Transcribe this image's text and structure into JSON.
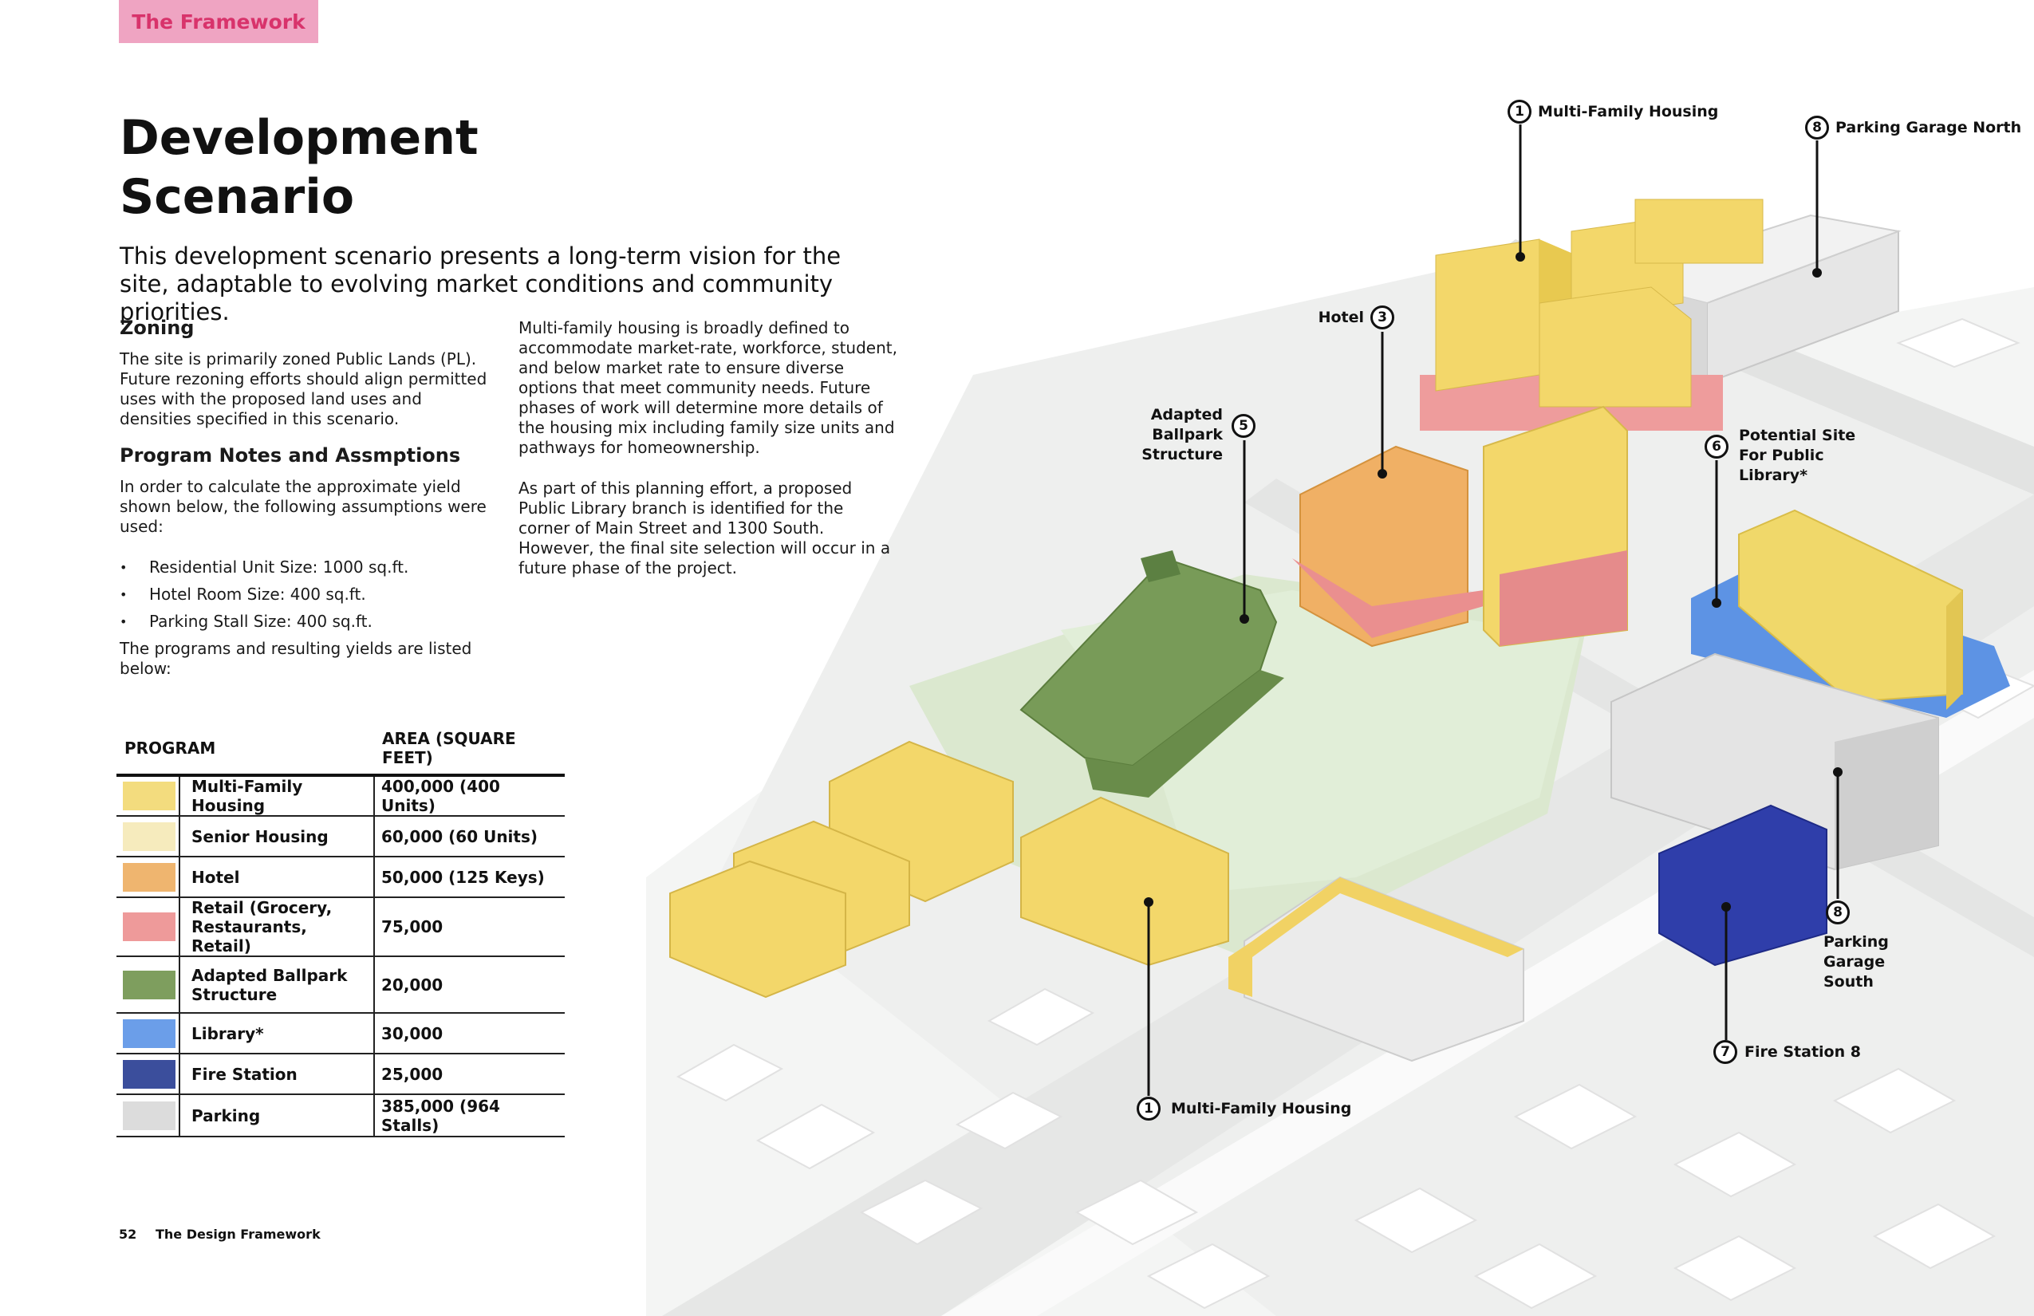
{
  "header": {
    "tab_label": "The Framework"
  },
  "title": "Development Scenario",
  "lead": "This development scenario presents a long-term vision for the site, adaptable to evolving market conditions and community priorities.",
  "zoning": {
    "heading": "Zoning",
    "body": "The site is primarily zoned Public Lands (PL). Future rezoning efforts should align permitted uses with the proposed land uses and densities specified in this scenario."
  },
  "program_notes": {
    "heading": "Program Notes and Assmptions",
    "intro": "In order to calculate the approximate yield shown below, the following assumptions were used:",
    "bullets": [
      "Residential Unit Size: 1000 sq.ft.",
      "Hotel Room Size: 400 sq.ft.",
      "Parking Stall Size: 400 sq.ft."
    ],
    "outro": "The programs and resulting yields are listed below:"
  },
  "right_col": {
    "p1": "Multi-family housing is broadly defined to accommodate market-rate, workforce, student, and below market rate to ensure diverse options that meet community needs. Future phases of work will determine more details of the housing mix including family size units and pathways for homeownership.",
    "p2": "As part of this planning effort, a proposed Public Library branch is identified for the corner of Main Street and 1300 South. However, the final site selection will occur in a future phase of the project."
  },
  "table": {
    "headers": [
      "PROGRAM",
      "AREA (SQUARE FEET)"
    ],
    "rows": [
      {
        "program": "Multi-Family Housing",
        "area": "400,000 (400 Units)",
        "color": "#f3dc7e"
      },
      {
        "program": "Senior Housing",
        "area": "60,000 (60 Units)",
        "color": "#f6ebbd"
      },
      {
        "program": "Hotel",
        "area": "50,000 (125 Keys)",
        "color": "#efb56f"
      },
      {
        "program": "Retail (Grocery, Restaurants, Retail)",
        "area": "75,000",
        "color": "#ee9a9a"
      },
      {
        "program": "Adapted Ballpark Structure",
        "area": "20,000",
        "color": "#7e9e5e"
      },
      {
        "program": "Library*",
        "area": "30,000",
        "color": "#6b9ee9"
      },
      {
        "program": "Fire Station",
        "area": "25,000",
        "color": "#3b4e9c"
      },
      {
        "program": "Parking",
        "area": "385,000 (964 Stalls)",
        "color": "#dcdcdc"
      }
    ]
  },
  "footer": {
    "page_number": "52",
    "section": "The Design Framework"
  },
  "map": {
    "callouts": [
      {
        "num": "1",
        "label": "Multi-Family Housing"
      },
      {
        "num": "8",
        "label": "Parking Garage North"
      },
      {
        "num": "3",
        "label": "Hotel"
      },
      {
        "num": "5",
        "label": "Adapted Ballpark Structure"
      },
      {
        "num": "6",
        "label": "Potential Site For Public Library*"
      },
      {
        "num": "8",
        "label": "Parking Garage South"
      },
      {
        "num": "7",
        "label": "Fire Station 8"
      },
      {
        "num": "1",
        "label": "Multi-Family Housing"
      }
    ]
  }
}
